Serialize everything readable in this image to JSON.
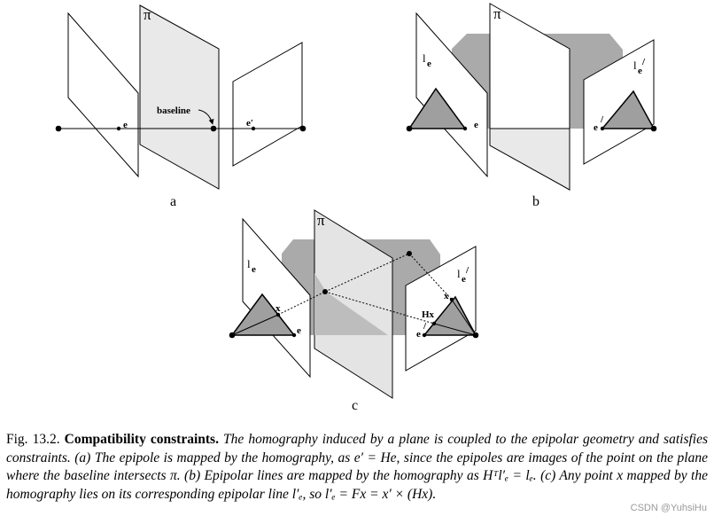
{
  "panels": {
    "a": {
      "letter": "a",
      "pi": "π",
      "epipole_left": "e",
      "epipole_right": "e′",
      "baseline": "baseline"
    },
    "b": {
      "letter": "b",
      "pi": "π",
      "line_left": "l",
      "line_left_sub": "e",
      "line_right": "l",
      "line_right_sub": "e",
      "line_right_prime": "/",
      "epipole_left": "e",
      "epipole_right": "e",
      "epipole_right_prime": "/"
    },
    "c": {
      "letter": "c",
      "pi": "π",
      "line_left": "l",
      "line_left_sub": "e",
      "line_right": "l",
      "line_right_sub": "e",
      "line_right_prime": "/",
      "point_x": "x",
      "point_x_prime": "x",
      "point_hx": "Hx",
      "epipole_left": "e",
      "epipole_right": "e",
      "epipole_right_prime": "/"
    }
  },
  "caption": {
    "fig_no": "Fig. 13.2.",
    "title": "Compatibility constraints.",
    "body": "The homography induced by a plane is coupled to the epipolar geometry and satisfies constraints. (a) The epipole is mapped by the homography, as e′ = He, since the epipoles are images of the point on the plane where the baseline intersects π. (b) Epipolar lines are mapped by the homography as Hᵀl′ₑ = lₑ. (c) Any point x mapped by the homography lies on its corresponding epipolar line l′ₑ, so l′ₑ = Fx = x′ × (Hx)."
  },
  "watermark": "CSDN @YuhsiHu"
}
